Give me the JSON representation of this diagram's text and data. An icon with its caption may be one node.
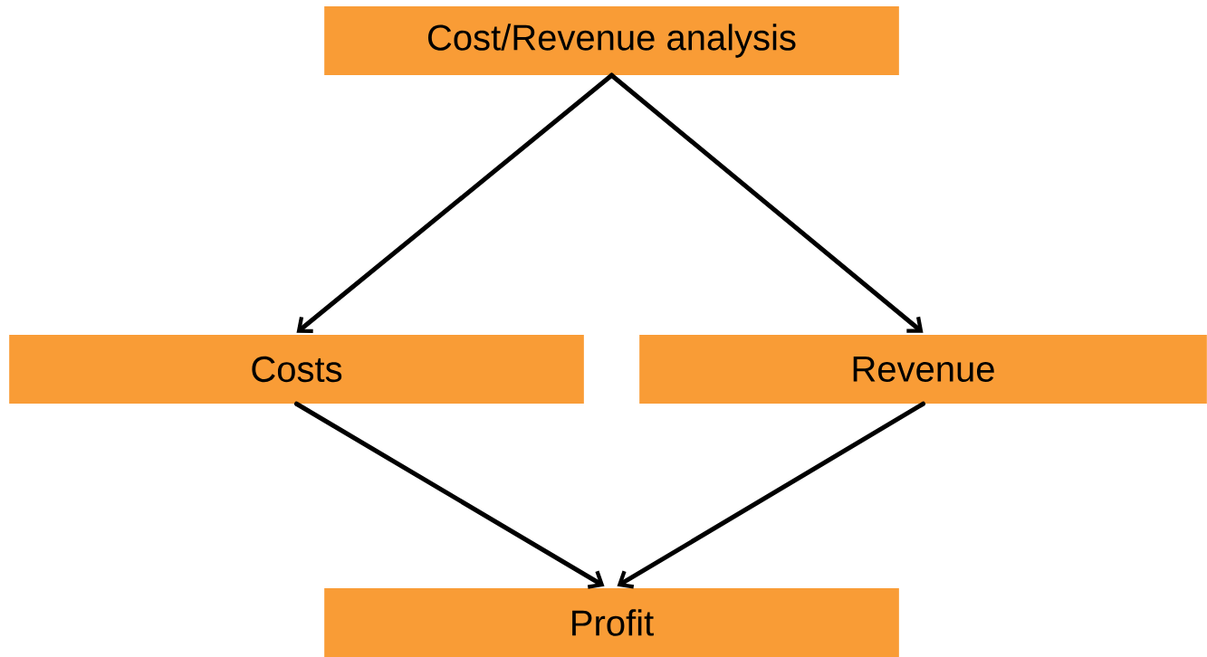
{
  "diagram": {
    "nodes": [
      {
        "text": [
          "Cost/Revenue analysis"
        ]
      },
      {
        "text": [
          "Costs"
        ]
      },
      {
        "text": [
          "Revenue"
        ]
      },
      {
        "text": [
          "Profit"
        ]
      }
    ],
    "edges": [
      {
        "from": 0,
        "to": 1,
        "arrow": "to"
      },
      {
        "from": 0,
        "to": 2,
        "arrow": "to"
      },
      {
        "from": 1,
        "to": 3,
        "arrow": "to"
      },
      {
        "from": 2,
        "to": 3,
        "arrow": "to"
      }
    ]
  }
}
